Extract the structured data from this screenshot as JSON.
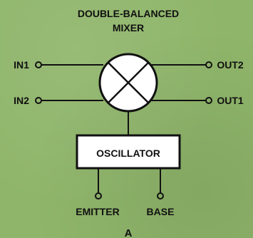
{
  "diagram": {
    "title_line1": "DOUBLE-BALANCED",
    "title_line2": "MIXER",
    "inputs": [
      "IN1",
      "IN2"
    ],
    "outputs": [
      "OUT2",
      "OUT1"
    ],
    "oscillator_label": "OSCILLATOR",
    "terminals": [
      "EMITTER",
      "BASE"
    ],
    "caption": "A"
  },
  "colors": {
    "background": "#8fb56a",
    "ink": "#111111",
    "mixer_fill": "#ffffff",
    "box_fill": "#ffffff"
  }
}
